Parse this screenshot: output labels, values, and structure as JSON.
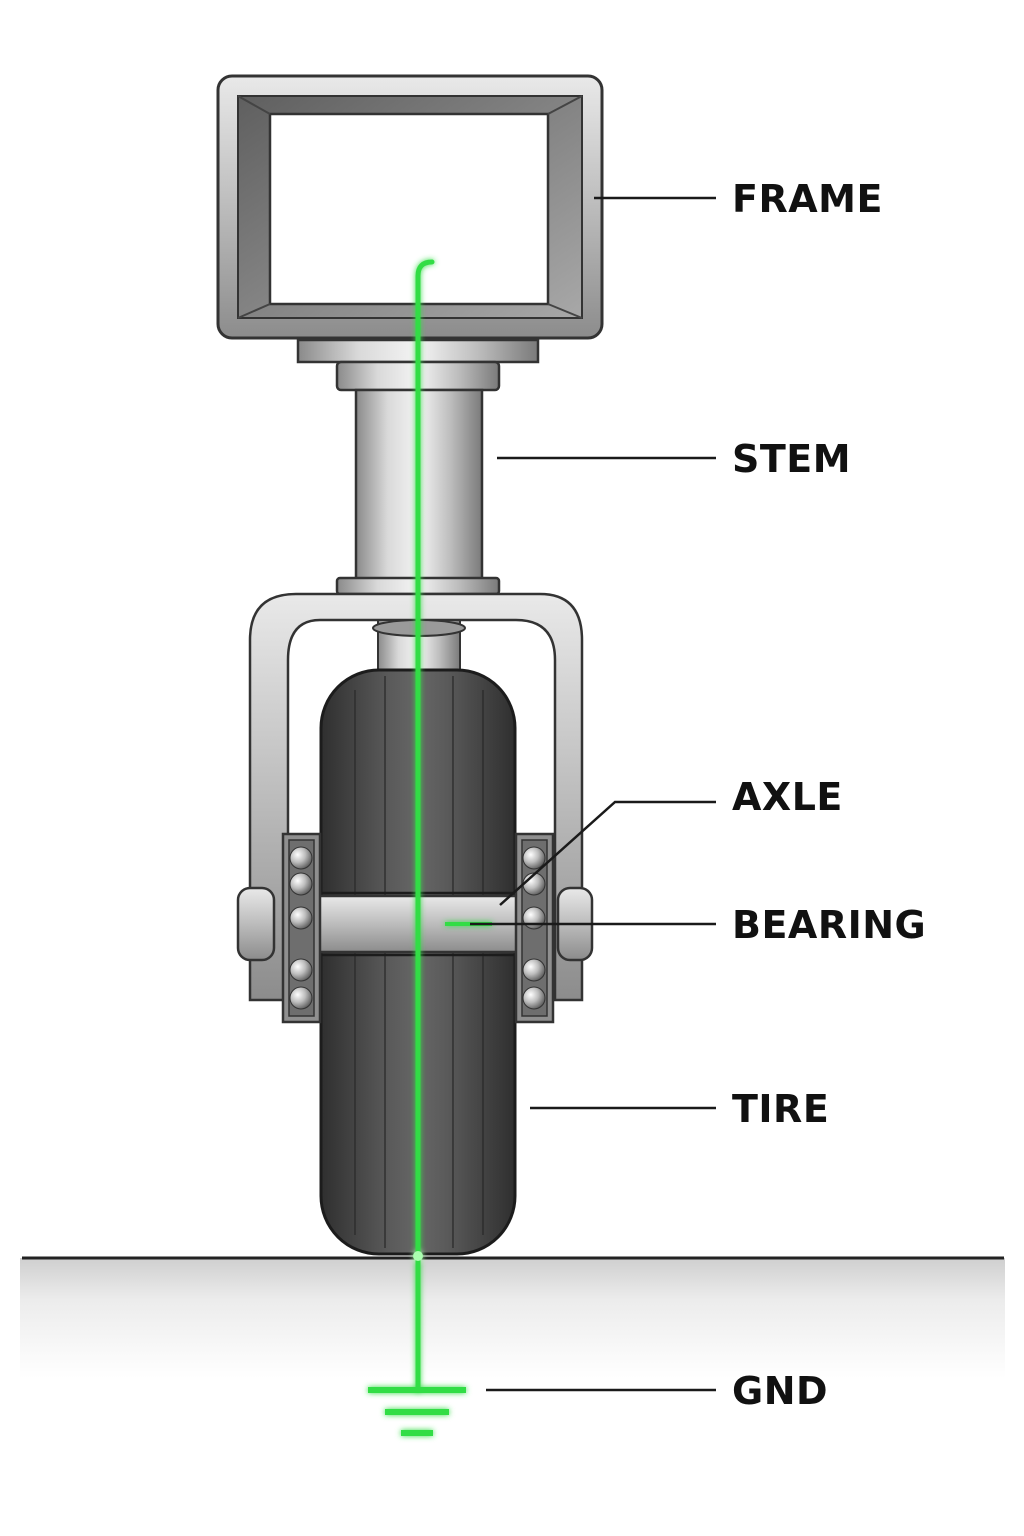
{
  "labels": {
    "frame": "FRAME",
    "stem": "STEM",
    "axle": "AXLE",
    "bearing": "BEARING",
    "tire": "TIRE",
    "gnd": "GND"
  },
  "colors": {
    "ground_path": "#33dd44",
    "metal_light": "#e6e6e6",
    "metal_dark": "#7a7a7a",
    "tire": "#4d4d4d",
    "ink": "#111111"
  }
}
